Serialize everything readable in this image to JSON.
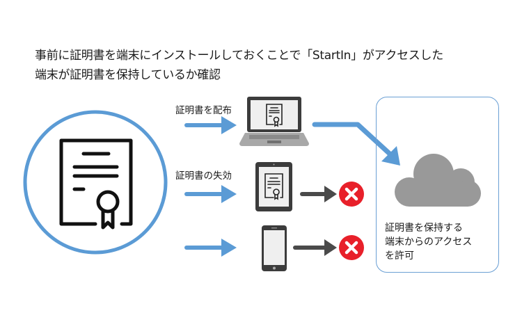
{
  "heading": {
    "line1": "事前に証明書を端末にインストールしておくことで「StartIn」がアクセスした",
    "line2": "端末が証明書を保持しているか確認"
  },
  "flows": [
    {
      "label": "証明書を配布",
      "device": "laptop",
      "outcome": "allowed"
    },
    {
      "label": "証明書の失効",
      "device": "tablet",
      "outcome": "denied"
    },
    {
      "label": "",
      "device": "smartphone",
      "outcome": "denied"
    }
  ],
  "panel": {
    "icon": "cloud-icon",
    "lines": [
      "証明書を保持する",
      "端末からのアクセス",
      "を許可"
    ]
  },
  "colors": {
    "accent_blue": "#5b9bd5",
    "arrow_dark": "#4a4a4a",
    "deny_red": "#e8202a",
    "cloud_gray": "#999999",
    "device_dark": "#3c3c3c"
  }
}
